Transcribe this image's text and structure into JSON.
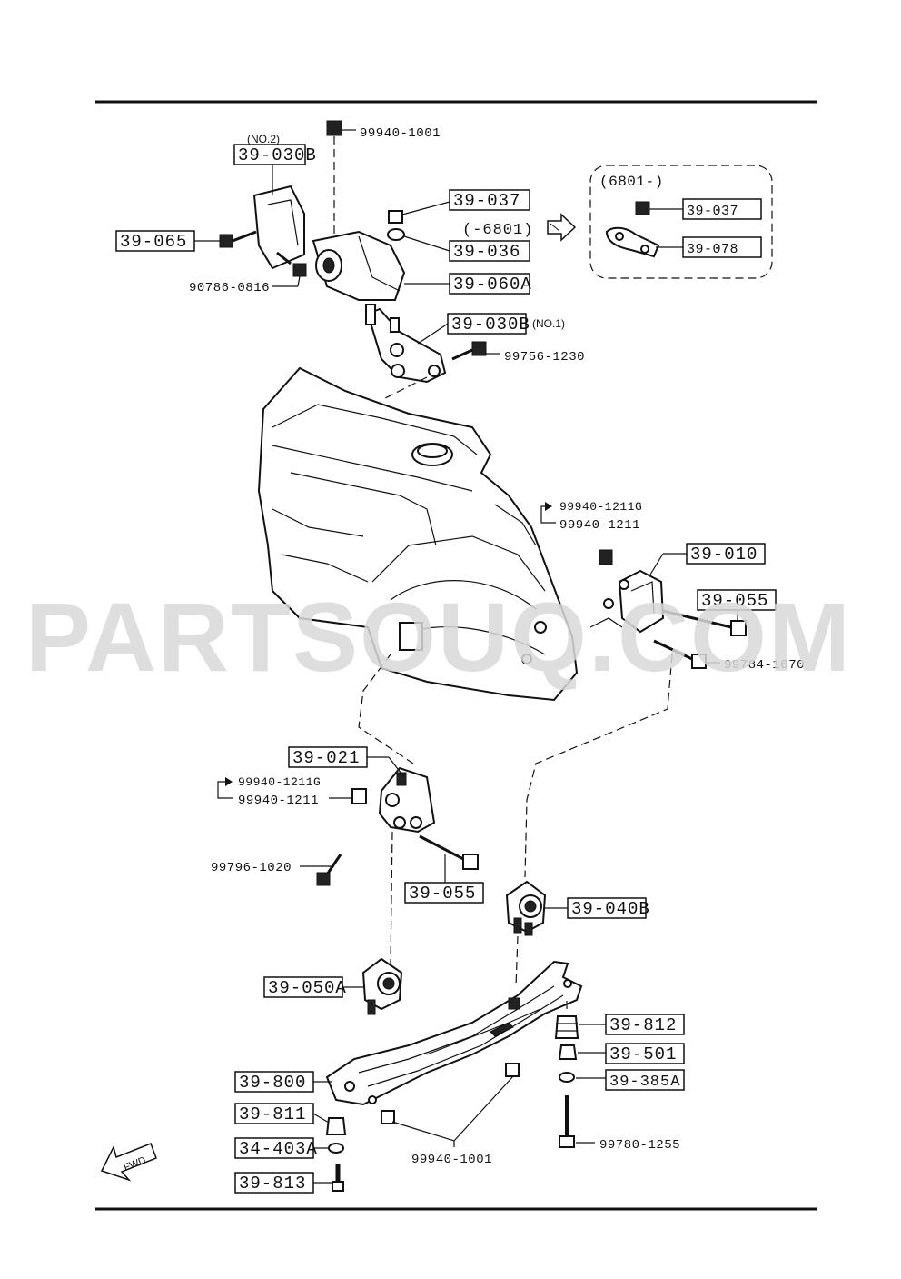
{
  "watermark": "PARTSOUQ.COM",
  "callouts": {
    "c39_030B_no2": "39-030B",
    "no2": "(NO.2)",
    "c99940_1001_top": "99940-1001",
    "c39_065": "39-065",
    "c90786_0816": "90786-0816",
    "c39_037": "39-037",
    "range_6801": "(-6801)",
    "c39_036": "39-036",
    "c39_060A": "39-060A",
    "c39_030B_no1": "39-030B",
    "no1": "(NO.1)",
    "c99756_1230": "99756-1230",
    "inset_label": "(6801-)",
    "inset_39_037": "39-037",
    "inset_39_078": "39-078",
    "c99940_1211G_a": "99940-1211G",
    "c99940_1211_a": "99940-1211",
    "c39_010": "39-010",
    "c39_055_a": "39-055",
    "c99784_1070": "99784-1070",
    "c39_021": "39-021",
    "c99940_1211G_b": "99940-1211G",
    "c99940_1211_b": "99940-1211",
    "c99796_1020": "99796-1020",
    "c39_055_b": "39-055",
    "c39_040B": "39-040B",
    "c39_050A": "39-050A",
    "c39_812": "39-812",
    "c39_501": "39-501",
    "c39_385A": "39-385A",
    "c39_800": "39-800",
    "c39_811": "39-811",
    "c34_403A": "34-403A",
    "c39_813": "39-813",
    "c99940_1001_bottom": "99940-1001",
    "c99780_1255": "99780-1255",
    "fwd": "FWD"
  }
}
